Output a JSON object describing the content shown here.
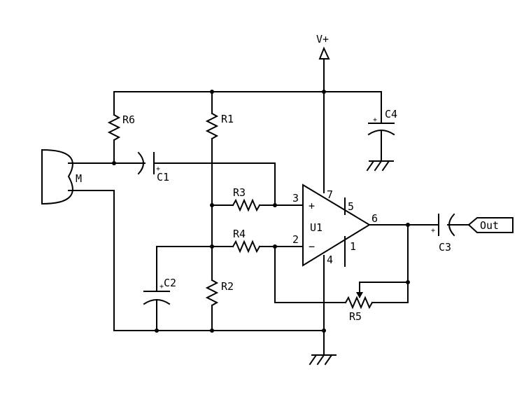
{
  "labels": {
    "supply": "V+",
    "mic": "M",
    "opamp": "U1",
    "output": "Out",
    "plus_sign": "+",
    "minus_sign": "−",
    "cap_polarity": "+"
  },
  "components": {
    "R1": "R1",
    "R2": "R2",
    "R3": "R3",
    "R4": "R4",
    "R5": "R5",
    "R6": "R6",
    "C1": "C1",
    "C2": "C2",
    "C3": "C3",
    "C4": "C4"
  },
  "pins": {
    "p1": "1",
    "p2": "2",
    "p3": "3",
    "p4": "4",
    "p5": "5",
    "p6": "6",
    "p7": "7"
  }
}
